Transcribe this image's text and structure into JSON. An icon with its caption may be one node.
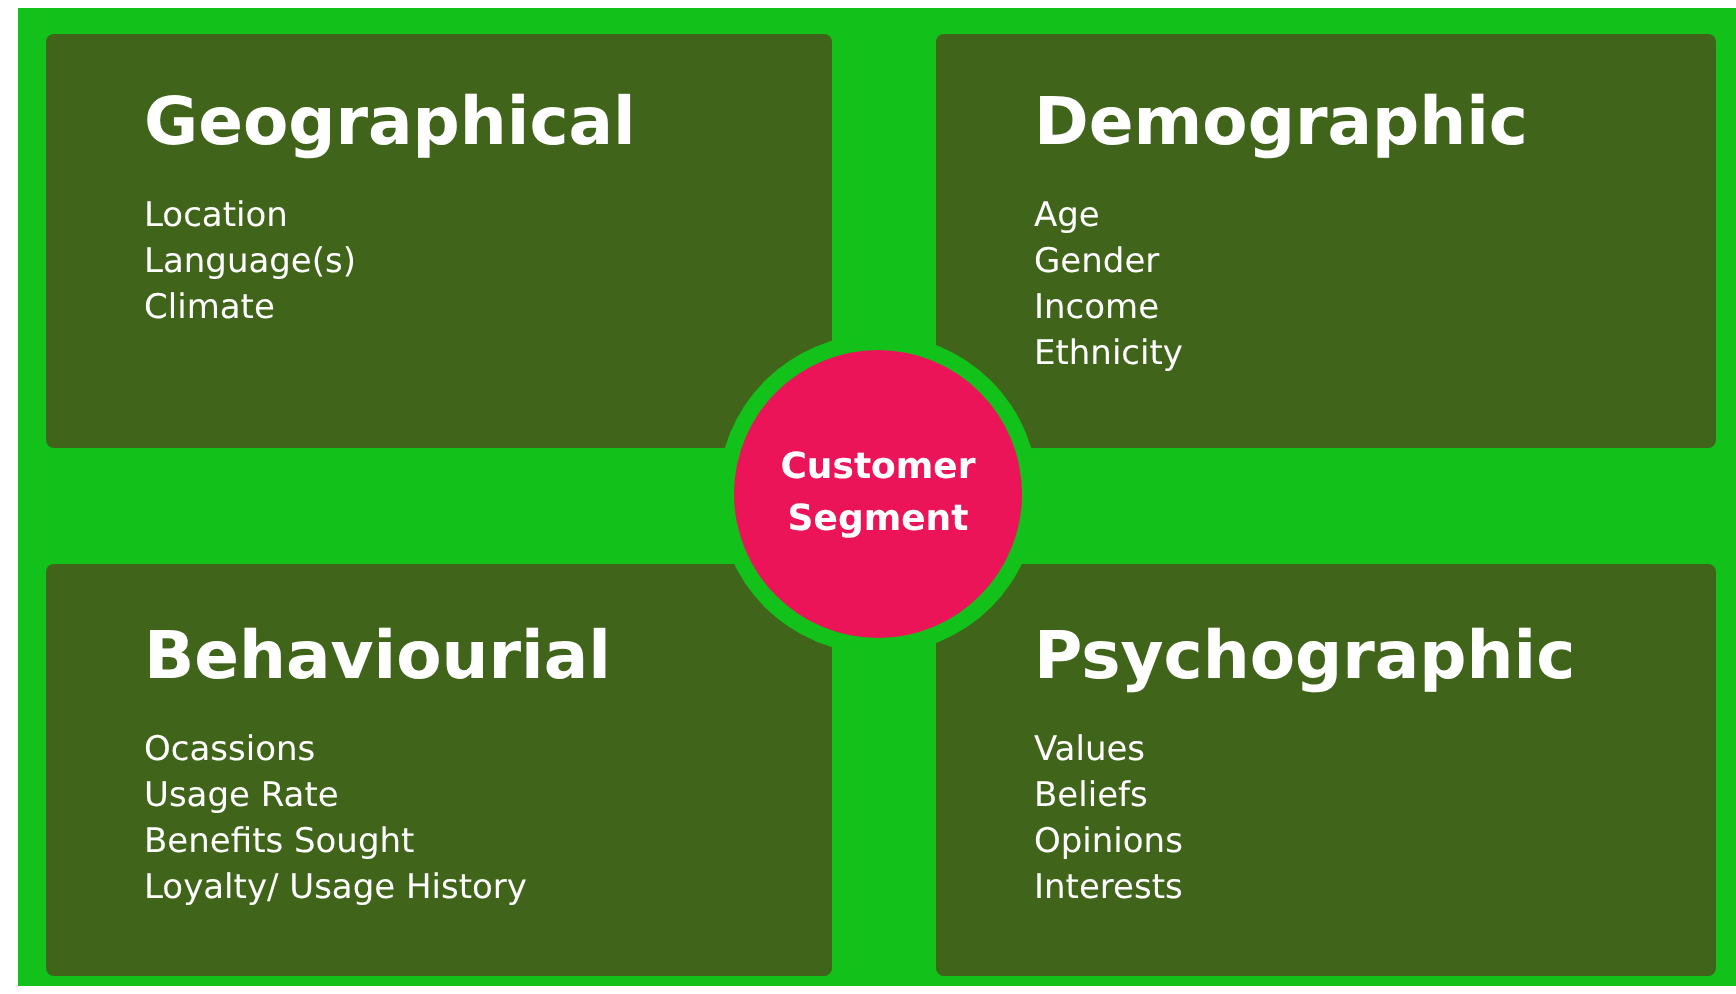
{
  "diagram": {
    "nodes": [
      {
        "text": [
          "Geographical",
          "Location",
          "Language(s)",
          "Climate"
        ]
      },
      {
        "text": [
          "Demographic",
          "Age",
          "Gender",
          "Income",
          "Ethnicity"
        ]
      },
      {
        "text": [
          "Behaviourial",
          "Ocassions",
          "Usage Rate",
          "Benefits Sought",
          "Loyalty/ Usage History"
        ]
      },
      {
        "text": [
          "Psychographic",
          "Values",
          "Beliefs",
          "Opinions",
          "Interests"
        ]
      },
      {
        "text": [
          "Customer Segment"
        ]
      }
    ]
  }
}
